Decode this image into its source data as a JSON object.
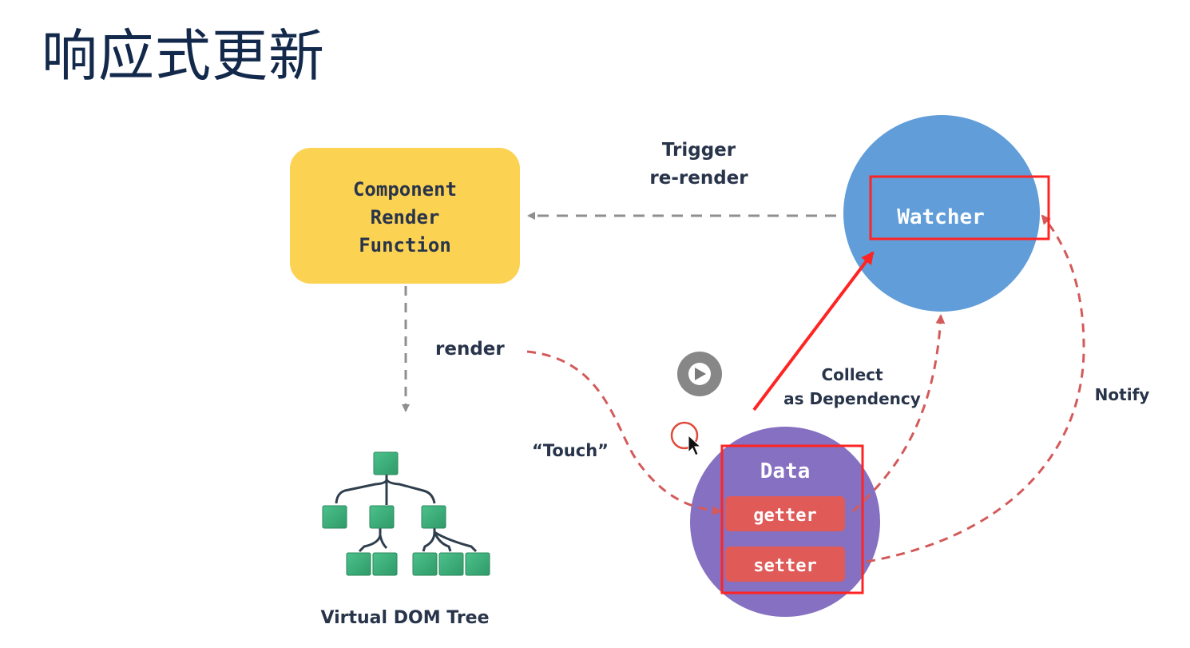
{
  "title": "响应式更新",
  "nodes": {
    "component": [
      "Component",
      "Render",
      "Function"
    ],
    "watcher": "Watcher",
    "data": "Data",
    "getter": "getter",
    "setter": "setter",
    "vdom": "Virtual DOM Tree"
  },
  "edges": {
    "trigger": [
      "Trigger",
      "re-render"
    ],
    "render": "render",
    "touch": "“Touch”",
    "collect": [
      "Collect",
      "as Dependency"
    ],
    "notify": "Notify"
  },
  "colors": {
    "component": "#fcd253",
    "watcher": "#609dd9",
    "data": "#8670c1",
    "accessor": "#e05a57",
    "tree": "#3fb27f",
    "highlight": "#ff2a2a",
    "text": "#28344a"
  },
  "icons": [
    "play-icon",
    "cursor-icon"
  ]
}
